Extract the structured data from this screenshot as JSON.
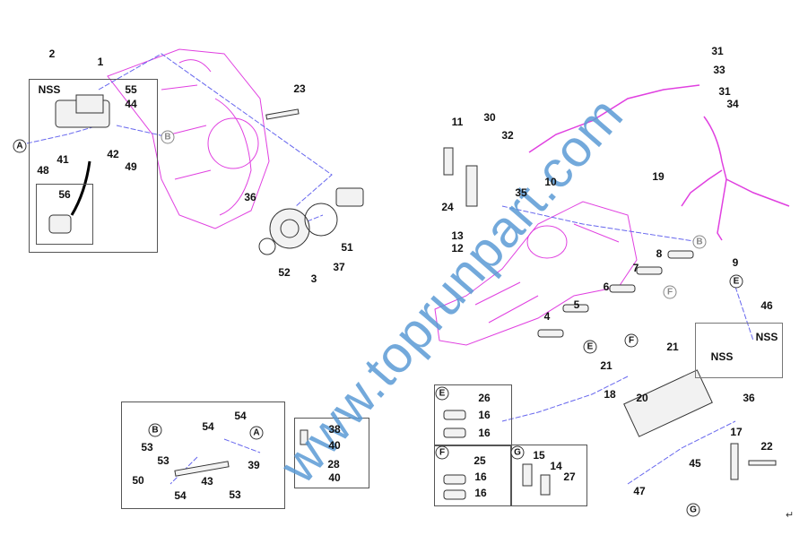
{
  "callouts": [
    "2",
    "1",
    "NSS",
    "55",
    "44",
    "48",
    "41",
    "42",
    "49",
    "56",
    "23",
    "36",
    "51",
    "52",
    "3",
    "37",
    "11",
    "30",
    "32",
    "10",
    "35",
    "24",
    "13",
    "12",
    "31",
    "33",
    "31",
    "34",
    "19",
    "8",
    "9",
    "7",
    "6",
    "5",
    "4",
    "46",
    "21",
    "NSS",
    "NSS",
    "21",
    "18",
    "20",
    "36",
    "17",
    "22",
    "45",
    "47",
    "53",
    "54",
    "54",
    "53",
    "39",
    "50",
    "43",
    "54",
    "53",
    "38",
    "40",
    "28",
    "40",
    "26",
    "16",
    "16",
    "25",
    "16",
    "16",
    "15",
    "14",
    "27"
  ],
  "markers": [
    "A",
    "B",
    "B",
    "E",
    "F",
    "E",
    "F",
    "B",
    "A",
    "E",
    "F",
    "G",
    "G"
  ],
  "watermark": "www.toprunpart.com",
  "return_mark": "↵"
}
